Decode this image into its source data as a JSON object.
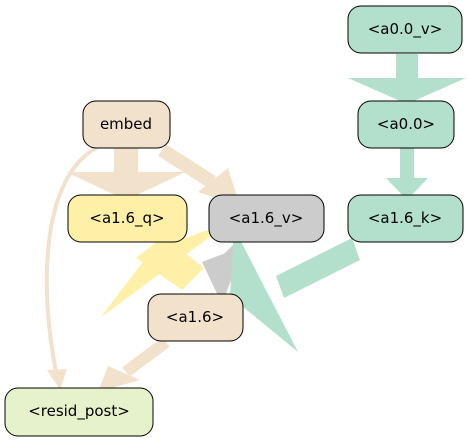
{
  "graph": {
    "nodes": [
      {
        "id": "a00v",
        "label": "<a0.0_v>",
        "color": "#b2e0cc"
      },
      {
        "id": "a00",
        "label": "<a0.0>",
        "color": "#b2e0cc"
      },
      {
        "id": "embed",
        "label": "embed",
        "color": "#f2e2cc"
      },
      {
        "id": "a16q",
        "label": "<a1.6_q>",
        "color": "#fff0a8"
      },
      {
        "id": "a16v",
        "label": "<a1.6_v>",
        "color": "#cccccc"
      },
      {
        "id": "a16k",
        "label": "<a1.6_k>",
        "color": "#b2e0cc"
      },
      {
        "id": "a16",
        "label": "<a1.6>",
        "color": "#f2e2cc"
      },
      {
        "id": "resid",
        "label": "<resid_post>",
        "color": "#e5f2cc"
      }
    ],
    "edges": [
      {
        "from": "a00v",
        "to": "a00",
        "color": "#b2e0cc"
      },
      {
        "from": "a00",
        "to": "a16k",
        "color": "#b2e0cc"
      },
      {
        "from": "embed",
        "to": "a16q",
        "color": "#f2e2cc"
      },
      {
        "from": "embed",
        "to": "a16v",
        "color": "#f2e2cc"
      },
      {
        "from": "embed",
        "to": "resid",
        "color": "#f2e2cc"
      },
      {
        "from": "a16q",
        "to": "a16",
        "color": "#fff0a8"
      },
      {
        "from": "a16v",
        "to": "a16",
        "color": "#cccccc"
      },
      {
        "from": "a16k",
        "to": "a16",
        "color": "#b2e0cc"
      },
      {
        "from": "a16",
        "to": "resid",
        "color": "#f2e2cc"
      }
    ]
  }
}
